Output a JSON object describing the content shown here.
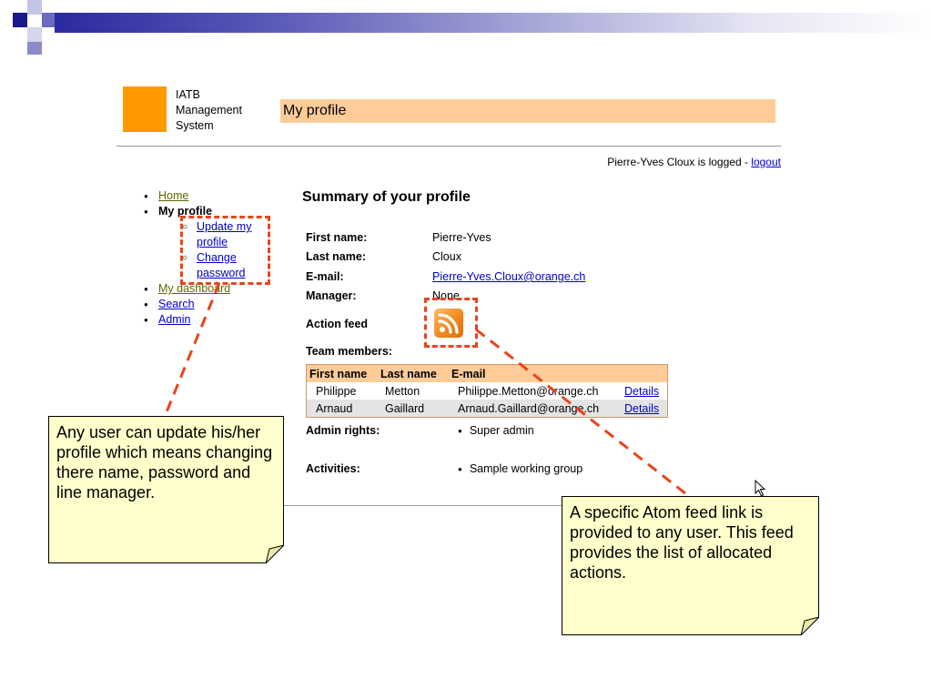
{
  "app": {
    "name_line1": "IATB",
    "name_line2": "Management",
    "name_line3": "System"
  },
  "page": {
    "title": "My profile"
  },
  "login": {
    "text": "Pierre-Yves Cloux is logged - ",
    "logout_label": "logout"
  },
  "nav": {
    "home": "Home",
    "my_profile": "My profile",
    "update_profile": "Update my profile",
    "change_password": "Change password",
    "dashboard": "My dashboard",
    "search": "Search",
    "admin": "Admin"
  },
  "profile": {
    "section_title": "Summary of your profile",
    "first_name_label": "First name:",
    "first_name": "Pierre-Yves",
    "last_name_label": "Last name:",
    "last_name": "Cloux",
    "email_label": "E-mail:",
    "email": "Pierre-Yves.Cloux@orange.ch",
    "manager_label": "Manager:",
    "manager": "None",
    "action_feed_label": "Action feed",
    "rss_icon": "rss-feed-icon",
    "team_label": "Team members:",
    "team_headers": [
      "First name",
      "Last name",
      "E-mail"
    ],
    "team_rows": [
      {
        "first": "Philippe",
        "last": "Metton",
        "email": "Philippe.Metton@orange.ch",
        "details": "Details"
      },
      {
        "first": "Arnaud",
        "last": "Gaillard",
        "email": "Arnaud.Gaillard@orange.ch",
        "details": "Details"
      }
    ],
    "admin_rights_label": "Admin rights:",
    "admin_rights": "Super admin",
    "activities_label": "Activities:",
    "activities": "Sample working group"
  },
  "callouts": {
    "left": "Any user can update his/her profile which means changing there name, password and line manager.",
    "right": "A specific Atom feed link is provided to any user. This feed provides the list of allocated actions."
  },
  "colors": {
    "accent_orange": "#ff9900",
    "title_bar": "#ffcc99",
    "annotation_red": "#e8451c",
    "note_bg": "#ffffcc",
    "link": "#0000cc"
  }
}
